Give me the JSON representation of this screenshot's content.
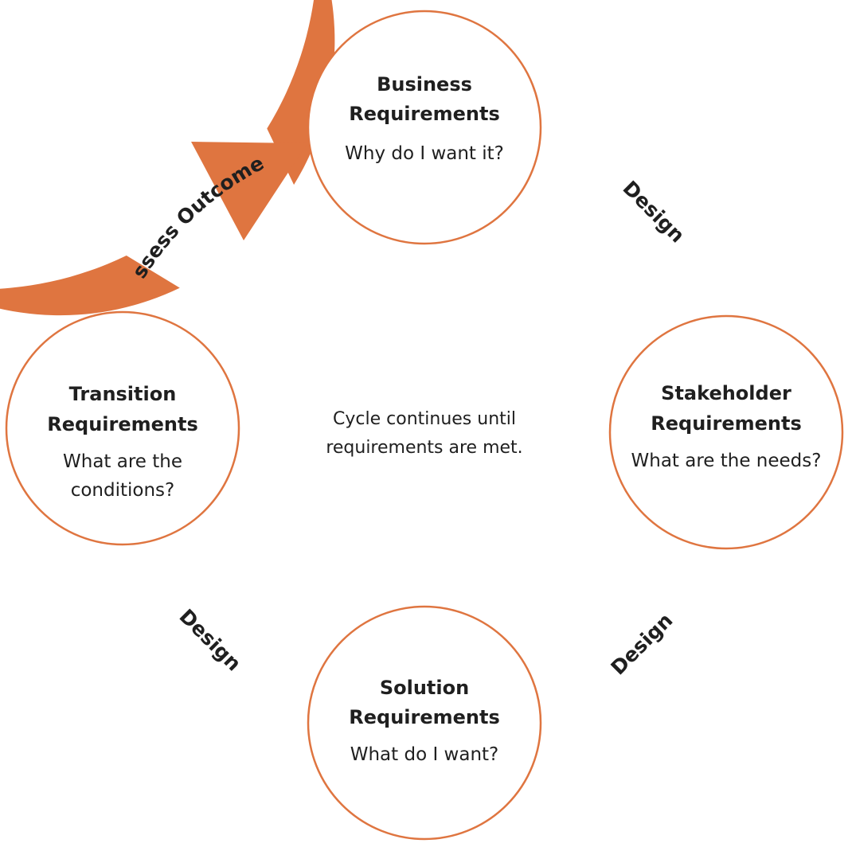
{
  "colors": {
    "accent": "#df7540",
    "node_fill": "#ffffff",
    "text": "#1f1f1f"
  },
  "center_note": {
    "line1": "Cycle continues until",
    "line2": "requirements are met."
  },
  "nodes": {
    "business": {
      "title1": "Business",
      "title2": "Requirements",
      "sub1": "Why do I want it?"
    },
    "stakeholder": {
      "title1": "Stakeholder",
      "title2": "Requirements",
      "sub1": "What are the needs?"
    },
    "solution": {
      "title1": "Solution",
      "title2": "Requirements",
      "sub1": "What do I want?"
    },
    "transition": {
      "title1": "Transition",
      "title2": "Requirements",
      "sub1": "What are the",
      "sub2": "conditions?"
    }
  },
  "ring_labels": {
    "design_top_right": "Design",
    "design_bottom_right": "Design",
    "design_bottom_left": "Design",
    "assess_outcomes": "Assess Outcomes"
  }
}
